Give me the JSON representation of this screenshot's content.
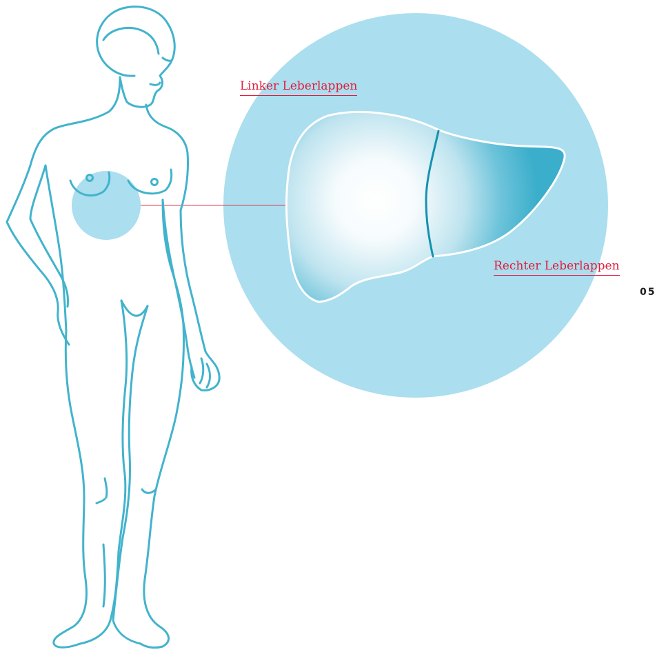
{
  "labels": {
    "left_lobe": "Linker Leberlappen",
    "right_lobe": "Rechter Leberlappen"
  },
  "page_number": "05",
  "colors": {
    "outline": "#42b3cc",
    "circle_fill": "#abdeee",
    "liver_dark": "#3aaecb",
    "liver_divider": "#1591ae",
    "label_red": "#e21b3c",
    "leader_line": "#e23c4f"
  },
  "icons": {
    "figure": "female-body-outline",
    "organ": "liver"
  }
}
